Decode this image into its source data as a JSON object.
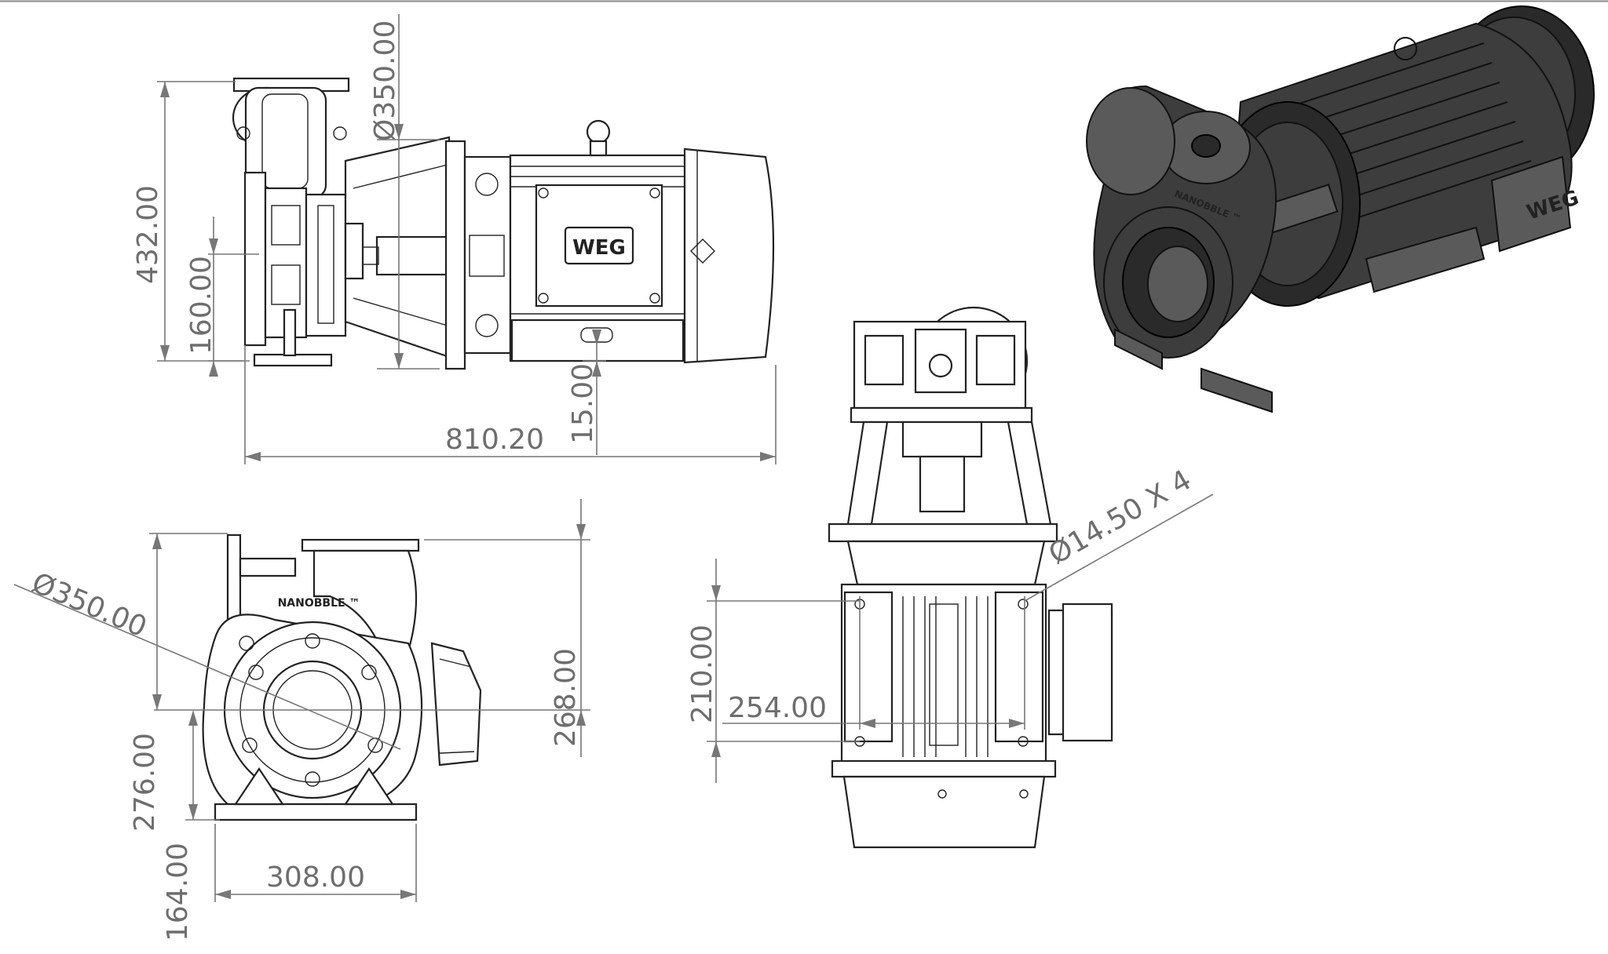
{
  "dimensions": {
    "side_view": {
      "flange_diameter": "Ø350.00",
      "overall_height": "432.00",
      "shaft_height": "160.00",
      "foot_offset": "15.00",
      "overall_length": "810.20"
    },
    "front_view": {
      "flange_diameter": "Ø350.00",
      "total_height": "268.00",
      "shaft_center_height": "276.00",
      "base_height": "164.00",
      "base_width": "308.00"
    },
    "rear_view": {
      "mounting_holes": "Ø14.50 X 4",
      "hole_spacing_vertical": "210.00",
      "hole_spacing_horizontal": "254.00"
    }
  },
  "labels": {
    "pump_brand": "NANOBBLE ™",
    "motor_brand": "WEG"
  }
}
